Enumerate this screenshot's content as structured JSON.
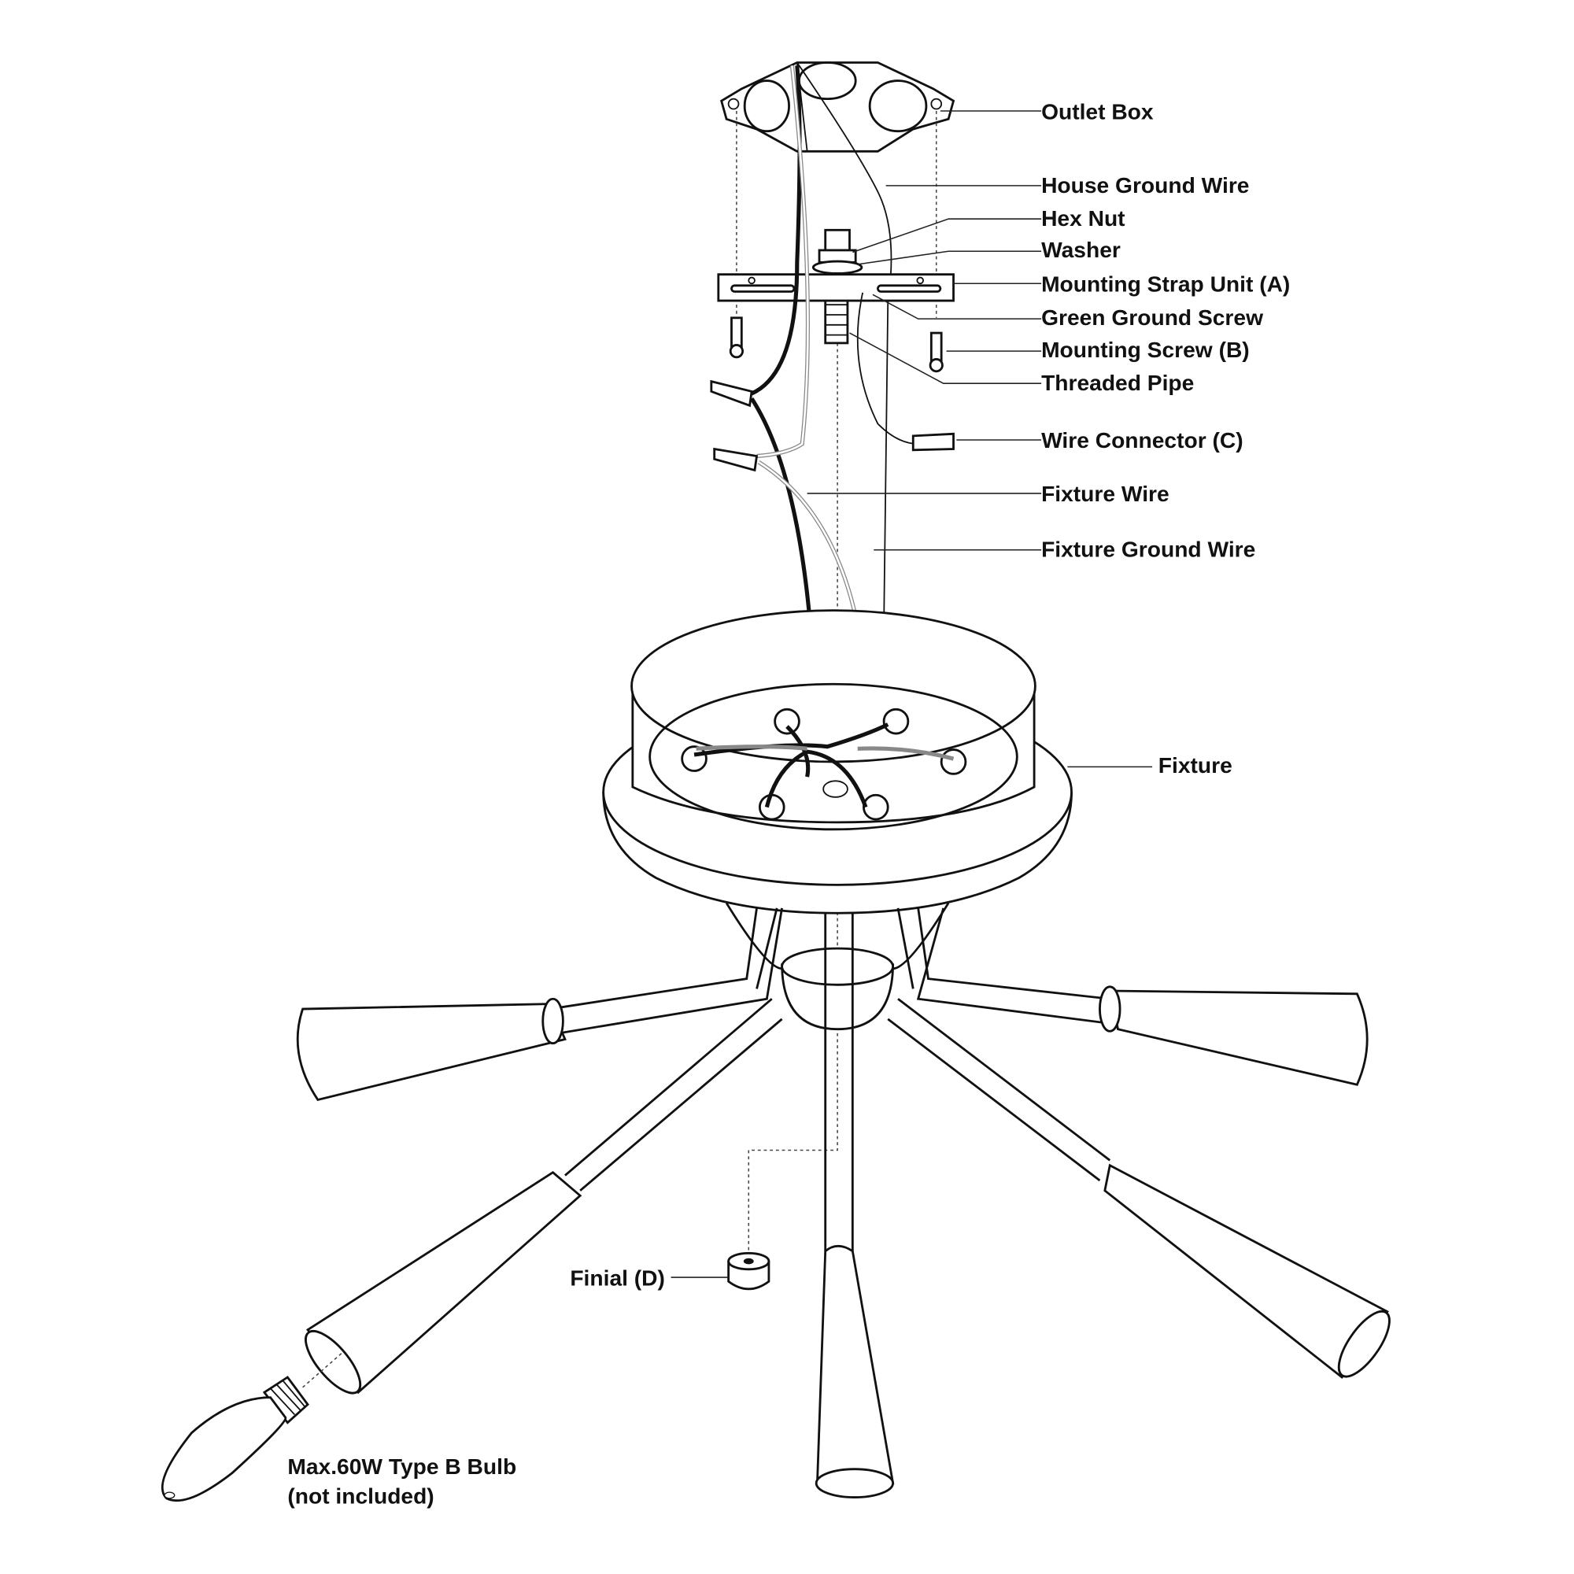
{
  "diagram": {
    "labels": {
      "outlet_box": "Outlet Box",
      "house_ground_wire": "House Ground Wire",
      "hex_nut": "Hex Nut",
      "washer": "Washer",
      "mounting_strap": "Mounting Strap Unit (A)",
      "green_ground_screw": "Green Ground Screw",
      "mounting_screw": "Mounting Screw (B)",
      "threaded_pipe": "Threaded Pipe",
      "wire_connector": "Wire Connector (C)",
      "fixture_wire": "Fixture Wire",
      "fixture_ground_wire": "Fixture Ground Wire",
      "fixture": "Fixture",
      "finial": "Finial (D)",
      "bulb_line1": "Max.60W Type B Bulb",
      "bulb_line2": "(not included)"
    }
  }
}
